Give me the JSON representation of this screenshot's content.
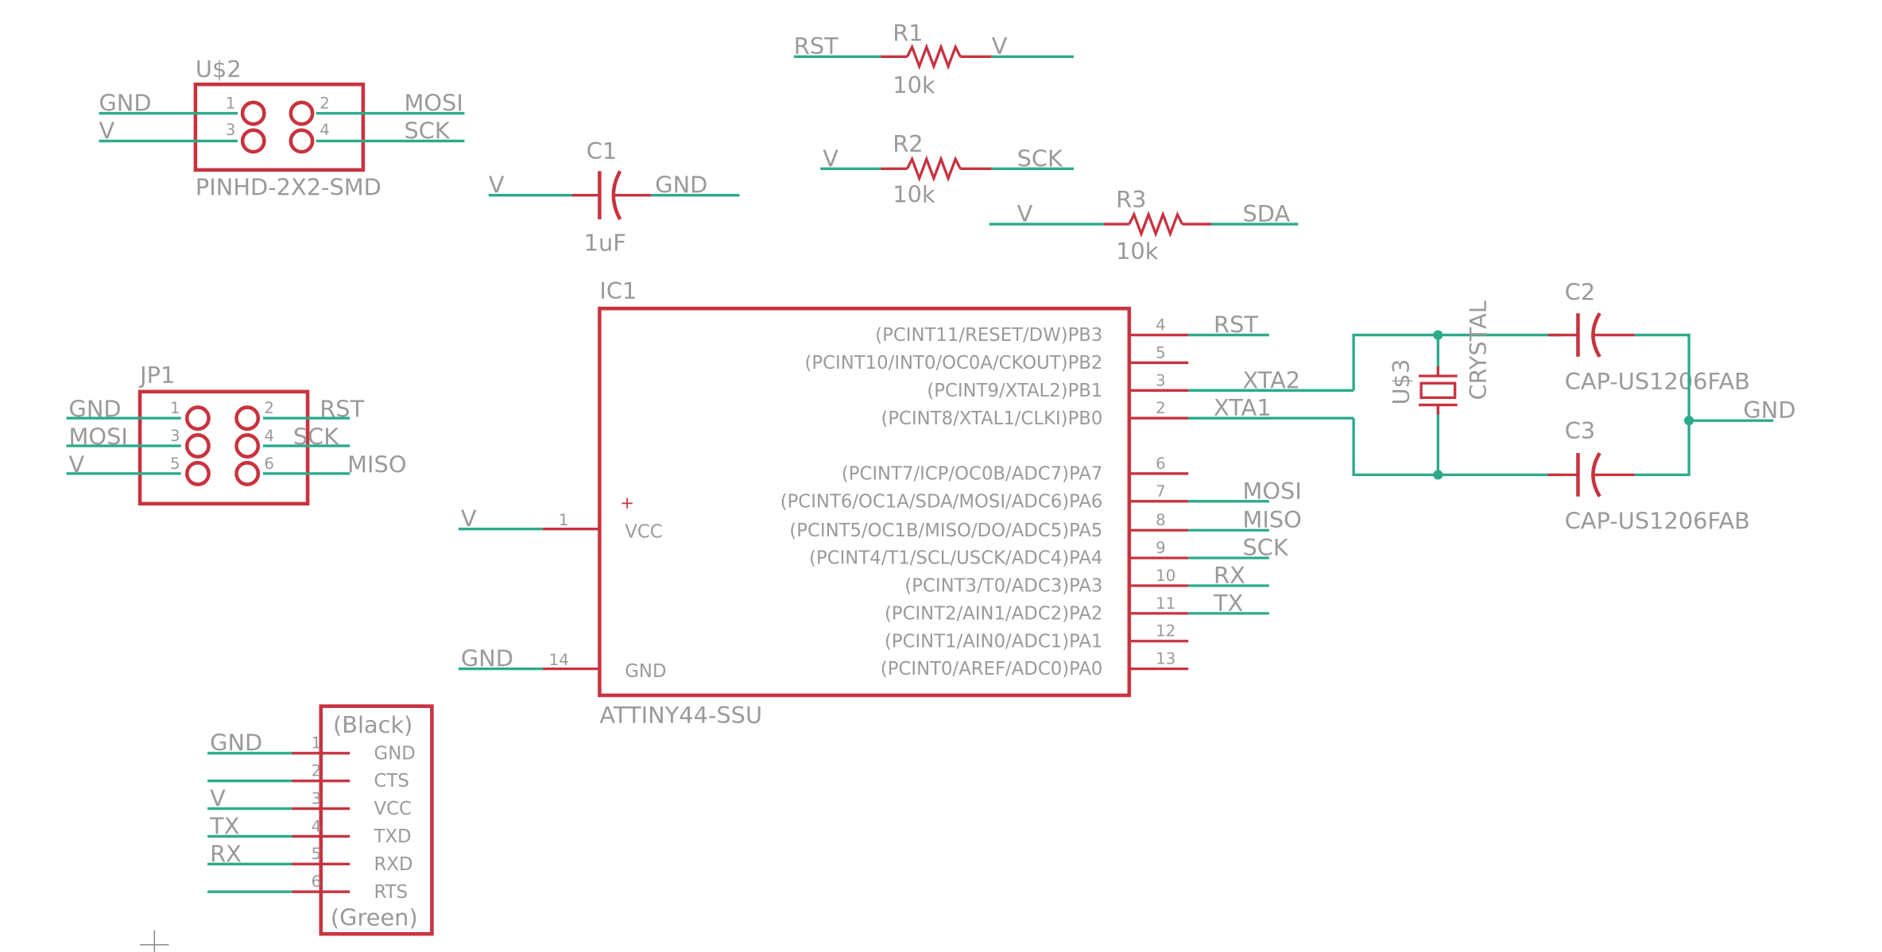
{
  "title": "",
  "pinhdr": {
    "name": "U$2",
    "value": "PINHD-2X2-SMD",
    "pins": [
      "1",
      "2",
      "3",
      "4"
    ],
    "nets": [
      "GND",
      "V",
      "MOSI",
      "SCK"
    ]
  },
  "r1": {
    "name": "R1",
    "value": "10k",
    "net_left": "RST",
    "net_right": "V"
  },
  "r2": {
    "name": "R2",
    "value": "10k",
    "net_left": "V",
    "net_right": "SCK"
  },
  "r3": {
    "name": "R3",
    "value": "10k",
    "net_left": "V",
    "net_right": "SDA"
  },
  "c1": {
    "name": "C1",
    "value": "1uF",
    "net_left": "V",
    "net_right": "GND"
  },
  "jp1": {
    "name": "JP1",
    "pins": [
      "1",
      "2",
      "3",
      "4",
      "5",
      "6"
    ],
    "nets_left": [
      "GND",
      "MOSI",
      "V"
    ],
    "nets_right": [
      "RST",
      "SCK",
      "MISO"
    ]
  },
  "ic1": {
    "name": "IC1",
    "value": "ATTINY44-SSU",
    "vcc_label": "VCC",
    "gnd_label": "GND",
    "vcc_pin": "1",
    "gnd_pin": "14",
    "vcc_net": "V",
    "gnd_net": "GND",
    "pins_right": [
      {
        "label": "(PCINT11/RESET/DW)PB3",
        "num": "4",
        "net": "RST"
      },
      {
        "label": "(PCINT10/INT0/OC0A/CKOUT)PB2",
        "num": "5",
        "net": ""
      },
      {
        "label": "(PCINT9/XTAL2)PB1",
        "num": "3",
        "net": "XTA2"
      },
      {
        "label": "(PCINT8/XTAL1/CLKI)PB0",
        "num": "2",
        "net": "XTA1"
      },
      {
        "label": "(PCINT7/ICP/OC0B/ADC7)PA7",
        "num": "6",
        "net": ""
      },
      {
        "label": "(PCINT6/OC1A/SDA/MOSI/ADC6)PA6",
        "num": "7",
        "net": "MOSI"
      },
      {
        "label": "(PCINT5/OC1B/MISO/DO/ADC5)PA5",
        "num": "8",
        "net": "MISO"
      },
      {
        "label": "(PCINT4/T1/SCL/USCK/ADC4)PA4",
        "num": "9",
        "net": "SCK"
      },
      {
        "label": "(PCINT3/T0/ADC3)PA3",
        "num": "10",
        "net": "RX"
      },
      {
        "label": "(PCINT2/AIN1/ADC2)PA2",
        "num": "11",
        "net": "TX"
      },
      {
        "label": "(PCINT1/AIN0/ADC1)PA1",
        "num": "12",
        "net": ""
      },
      {
        "label": "(PCINT0/AREF/ADC0)PA0",
        "num": "13",
        "net": ""
      }
    ]
  },
  "crystal": {
    "name": "U$3",
    "value": "CRYSTAL"
  },
  "c2": {
    "name": "C2",
    "value": "CAP-US1206FAB"
  },
  "c3": {
    "name": "C3",
    "value": "CAP-US1206FAB"
  },
  "gnd_net": "GND",
  "ftdi": {
    "top": "(Black)",
    "bottom": "(Green)",
    "pins": [
      {
        "num": "1",
        "label": "GND",
        "net": "GND"
      },
      {
        "num": "2",
        "label": "CTS",
        "net": ""
      },
      {
        "num": "3",
        "label": "VCC",
        "net": "V"
      },
      {
        "num": "4",
        "label": "TXD",
        "net": "TX"
      },
      {
        "num": "5",
        "label": "RXD",
        "net": "RX"
      },
      {
        "num": "6",
        "label": "RTS",
        "net": ""
      }
    ]
  },
  "colors": {
    "net": "#2bab8a",
    "part": "#c8333f",
    "text": "#9a9a9a"
  }
}
